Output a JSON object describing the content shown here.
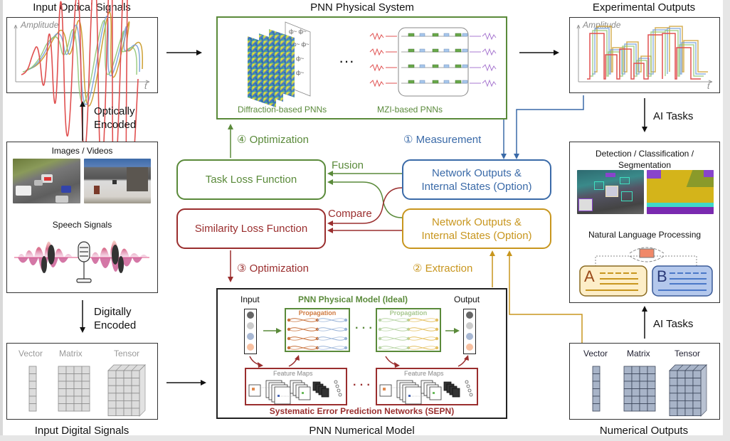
{
  "colors": {
    "green": "#5a8a3a",
    "blue": "#3a6aa8",
    "red": "#9a2e2e",
    "gold": "#c8961e",
    "gray": "#9a9a9a"
  },
  "panels": {
    "input_optical": {
      "title": "Input Optical Signals",
      "y_label": "Amplitude",
      "x_label": "t"
    },
    "physical_system": {
      "title": "PNN Physical System",
      "left_caption": "Diffraction-based PNNs",
      "ellipsis": "···",
      "right_caption": "MZI-based PNNs"
    },
    "experimental_outputs": {
      "title": "Experimental Outputs",
      "y_label": "Amplitude",
      "x_label": "t"
    },
    "input_sources": {
      "images_label": "Images / Videos",
      "speech_label": "Speech Signals"
    },
    "input_digital": {
      "title": "Input Digital Signals",
      "labels": [
        "Vector",
        "Matrix",
        "Tensor"
      ]
    },
    "numerical_outputs": {
      "title": "Numerical Outputs",
      "labels": [
        "Vector",
        "Matrix",
        "Tensor"
      ]
    },
    "ai_applications": {
      "vision_label_line1": "Detection / Classification /",
      "vision_label_line2": "Segmentation",
      "nlp_label": "Natural Language Processing",
      "doc_a": "A",
      "doc_b": "B"
    },
    "numerical_model": {
      "title": "PNN Numerical Model",
      "input_label": "Input",
      "output_label": "Output",
      "physical_model_label": "PNN Physical Model (Ideal)",
      "propagation_label": "Propagation",
      "feature_maps_label": "Feature Maps",
      "sepn_label": "Systematic Error Prediction Networks (SEPN)",
      "ellipsis": "· · ·"
    }
  },
  "arrows": {
    "optically_encoded": [
      "Optically",
      "Encoded"
    ],
    "digitally_encoded": [
      "Digitally",
      "Encoded"
    ],
    "ai_tasks_top": "AI Tasks",
    "ai_tasks_bottom": "AI Tasks"
  },
  "loop": {
    "step1": "① Measurement",
    "step2": "② Extraction",
    "step3": "③ Optimization",
    "step4": "④ Optimization",
    "fusion": "Fusion",
    "compare": "Compare",
    "task_loss": "Task Loss Function",
    "similarity_loss": "Similarity Loss Function",
    "outputs_physical": [
      "Network Outputs &",
      "Internal States (Option)"
    ],
    "outputs_numerical": [
      "Network Outputs &",
      "Internal States (Option)"
    ]
  }
}
